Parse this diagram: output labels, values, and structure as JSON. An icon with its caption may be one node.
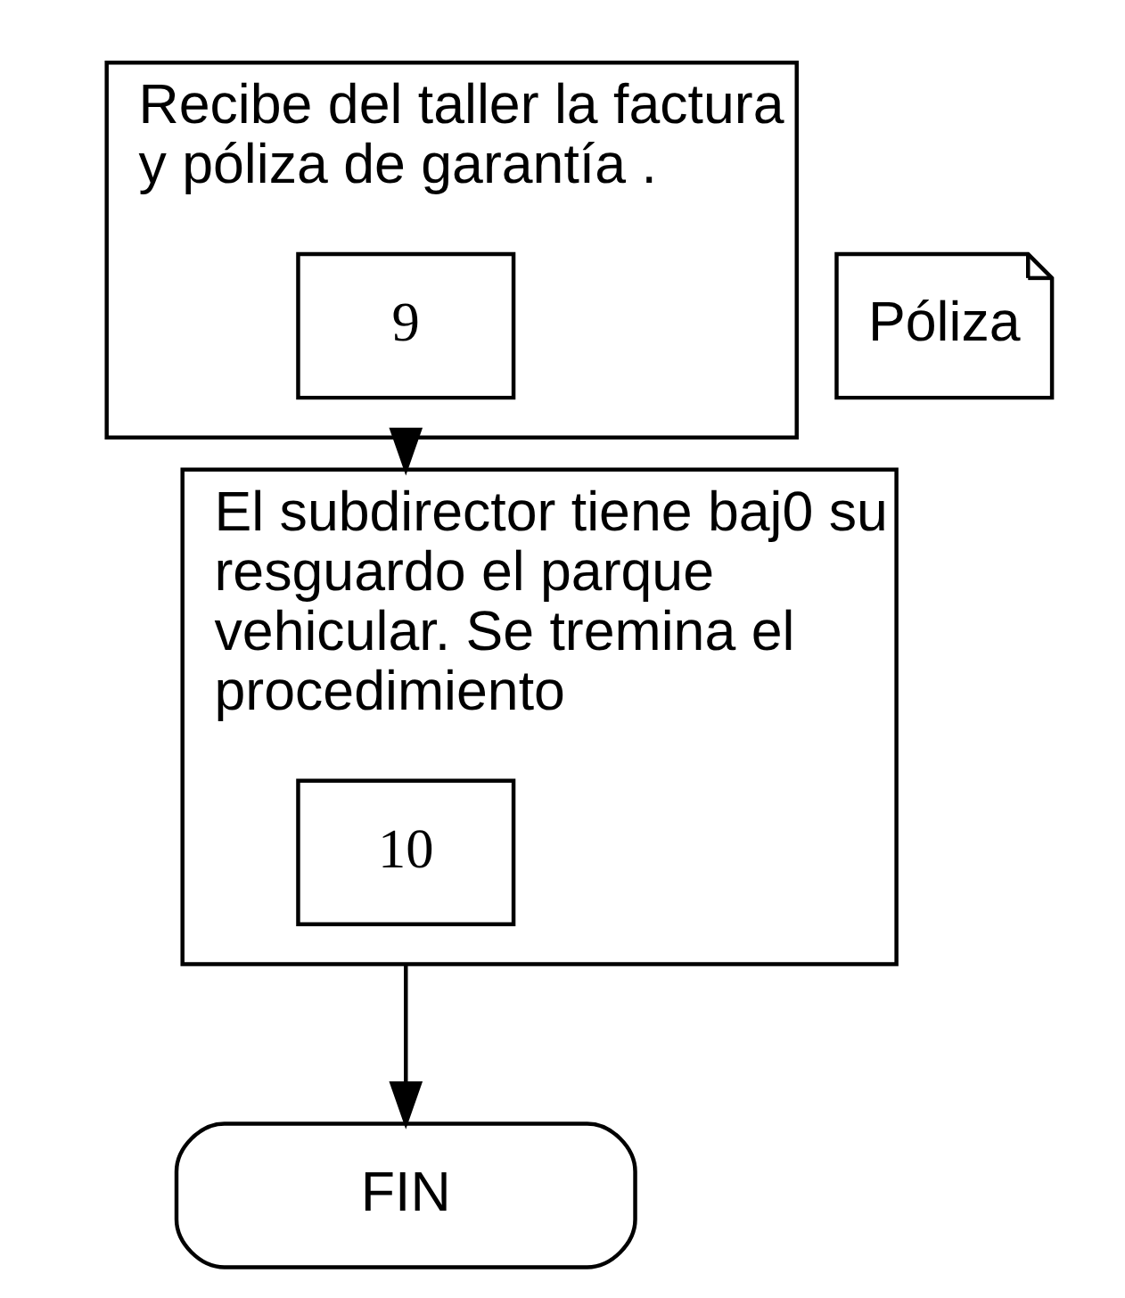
{
  "diagram": {
    "nodes": [
      {
        "text": [
          "Recibe del taller la factura y póliza de garantía ."
        ]
      },
      {
        "text": [
          "9"
        ],
        "in": 0
      },
      {
        "text": [
          "Póliza"
        ]
      },
      {
        "text": [
          "El subdirector tiene baj0 su resguardo el parque vehicular. Se tremina el procedimiento"
        ]
      },
      {
        "text": [
          "10"
        ],
        "in": 3
      },
      {
        "text": [
          "FIN"
        ]
      }
    ],
    "edges": [
      {
        "from": 0,
        "to": 3,
        "arrow": "to"
      },
      {
        "from": 3,
        "to": 5,
        "arrow": "to"
      }
    ]
  }
}
